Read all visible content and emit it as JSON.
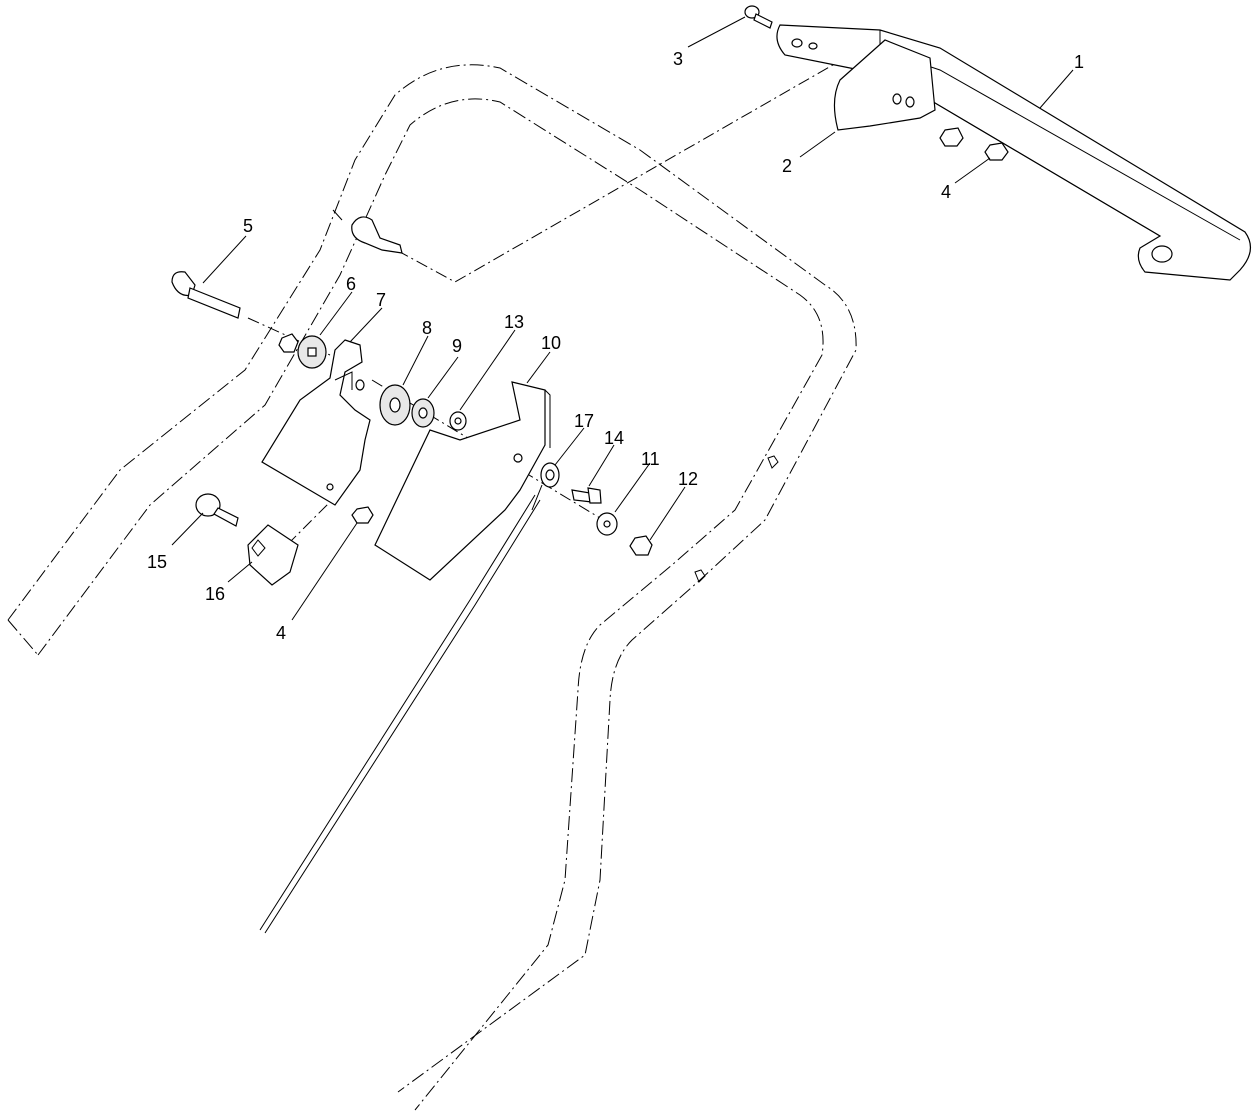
{
  "callouts": [
    {
      "id": "c1",
      "label": "1"
    },
    {
      "id": "c2",
      "label": "2"
    },
    {
      "id": "c3",
      "label": "3"
    },
    {
      "id": "c4a",
      "label": "4"
    },
    {
      "id": "c4b",
      "label": "4"
    },
    {
      "id": "c5",
      "label": "5"
    },
    {
      "id": "c6",
      "label": "6"
    },
    {
      "id": "c7",
      "label": "7"
    },
    {
      "id": "c8",
      "label": "8"
    },
    {
      "id": "c9",
      "label": "9"
    },
    {
      "id": "c10",
      "label": "10"
    },
    {
      "id": "c11",
      "label": "11"
    },
    {
      "id": "c12",
      "label": "12"
    },
    {
      "id": "c13",
      "label": "13"
    },
    {
      "id": "c14",
      "label": "14"
    },
    {
      "id": "c15",
      "label": "15"
    },
    {
      "id": "c16",
      "label": "16"
    },
    {
      "id": "c17",
      "label": "17"
    }
  ],
  "colors": {
    "line": "#000000",
    "background": "#ffffff",
    "shade": "#e8e8e8"
  }
}
